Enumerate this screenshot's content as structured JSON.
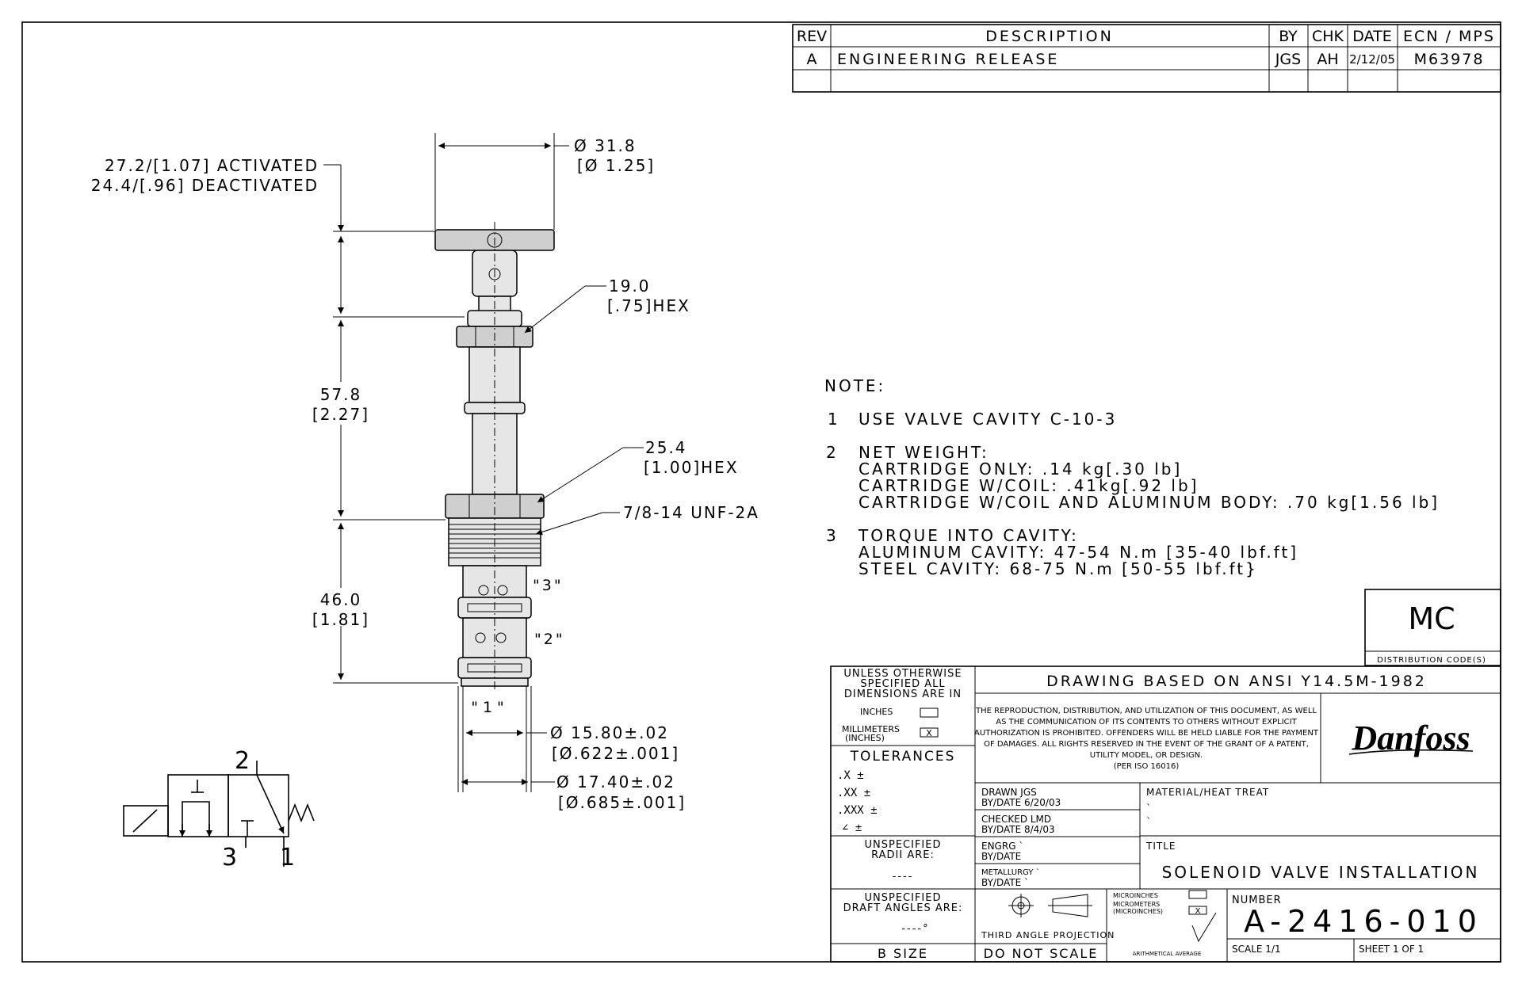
{
  "revision_block": {
    "headers": [
      "REV",
      "DESCRIPTION",
      "BY",
      "CHK",
      "DATE",
      "ECN / MPS"
    ],
    "rows": [
      [
        "A",
        "ENGINEERING RELEASE",
        "JGS",
        "AH",
        "2/12/05",
        "M63978"
      ]
    ]
  },
  "dimensions": {
    "top_diameter": [
      "Ø 31.8",
      "[Ø 1.25]"
    ],
    "stroke": [
      "27.2/[1.07] ACTIVATED",
      "24.4/[.96] DEACTIVATED"
    ],
    "hex_small": [
      "19.0",
      "[.75]HEX"
    ],
    "length_upper": [
      "57.8",
      "[2.27]"
    ],
    "hex_large": [
      "25.4",
      "[1.00]HEX"
    ],
    "thread": "7/8-14 UNF-2A",
    "length_lower": [
      "46.0",
      "[1.81]"
    ],
    "port_3": "\"3\"",
    "port_2": "\"2\"",
    "port_1": "\"1\"",
    "dia_small": [
      "Ø 15.80±.02",
      "[Ø.622±.001]"
    ],
    "dia_large": [
      "Ø 17.40±.02",
      "[Ø.685±.001]"
    ]
  },
  "symbol": {
    "port_2": "2",
    "port_3": "3",
    "port_1": "1"
  },
  "notes": {
    "header": "NOTE:",
    "items": [
      {
        "num": "1",
        "lines": [
          "USE VALVE CAVITY  C-10-3"
        ]
      },
      {
        "num": "2",
        "lines": [
          "NET WEIGHT:",
          "CARTRIDGE ONLY: .14 kg[.30 lb]",
          "CARTRIDGE W/COIL: .41kg[.92 lb]",
          "CARTRIDGE W/COIL AND ALUMINUM BODY: .70 kg[1.56 lb]"
        ]
      },
      {
        "num": "3",
        "lines": [
          "TORQUE INTO CAVITY:",
          "ALUMINUM CAVITY: 47-54 N.m [35-40 lbf.ft]",
          "STEEL CAVITY: 68-75 N.m [50-55 lbf.ft}"
        ]
      }
    ]
  },
  "distribution": {
    "code": "MC",
    "label": "DISTRIBUTION CODE(S)"
  },
  "title_block": {
    "unless": [
      "UNLESS OTHERWISE",
      "SPECIFIED ALL",
      "DIMENSIONS ARE IN"
    ],
    "inches": "INCHES",
    "millimeters": [
      "MILLIMETERS",
      "(INCHES)"
    ],
    "mm_mark": "X",
    "tolerances": "TOLERANCES",
    "tol_rows": [
      ".X   ±",
      ".XX  ±",
      ".XXX ±",
      "∠  ±"
    ],
    "radii": [
      "UNSPECIFIED",
      "RADII ARE:"
    ],
    "radii_value": "----",
    "draft": [
      "UNSPECIFIED",
      "DRAFT ANGLES ARE:"
    ],
    "draft_value": "----°",
    "size": "B SIZE",
    "ansi": "DRAWING BASED ON ANSI Y14.5M-1982",
    "legal": [
      "THE REPRODUCTION, DISTRIBUTION, AND UTILIZATION OF THIS DOCUMENT, AS WELL",
      "AS THE COMMUNICATION OF ITS CONTENTS TO OTHERS WITHOUT EXPLICIT",
      "AUTHORIZATION IS PROHIBITED. OFFENDERS WILL BE HELD LIABLE FOR THE PAYMENT",
      "OF DAMAGES.  ALL RIGHTS RESERVED IN THE EVENT OF THE GRANT OF A PATENT,",
      "UTILITY MODEL, OR DESIGN.",
      "(PER ISO 16016)"
    ],
    "logo": "Danfoss",
    "drawn": [
      "DRAWN   JGS",
      "BY/DATE  6/20/03"
    ],
    "checked": [
      "CHECKED  LMD",
      "BY/DATE  8/4/03"
    ],
    "engrg": [
      "ENGRG    `",
      "BY/DATE"
    ],
    "metallurgy": [
      "METALLURGY  `",
      "BY/DATE  `"
    ],
    "material_label": "MATERIAL/HEAT TREAT",
    "material_value": [
      "`",
      "`"
    ],
    "title_label": "TITLE",
    "title": "SOLENOID VALVE INSTALLATION",
    "projection": "THIRD ANGLE PROJECTION",
    "do_not_scale": "DO NOT SCALE",
    "finish": [
      "MICROINCHES",
      "MICROMETERS",
      "(MICROINCHES)"
    ],
    "finish_mark": "X",
    "arith": "ARITHMETICAL AVERAGE",
    "number_label": "NUMBER",
    "number": "A-2416-010",
    "scale": "SCALE   1/1",
    "sheet": "SHEET    1    OF    1"
  }
}
